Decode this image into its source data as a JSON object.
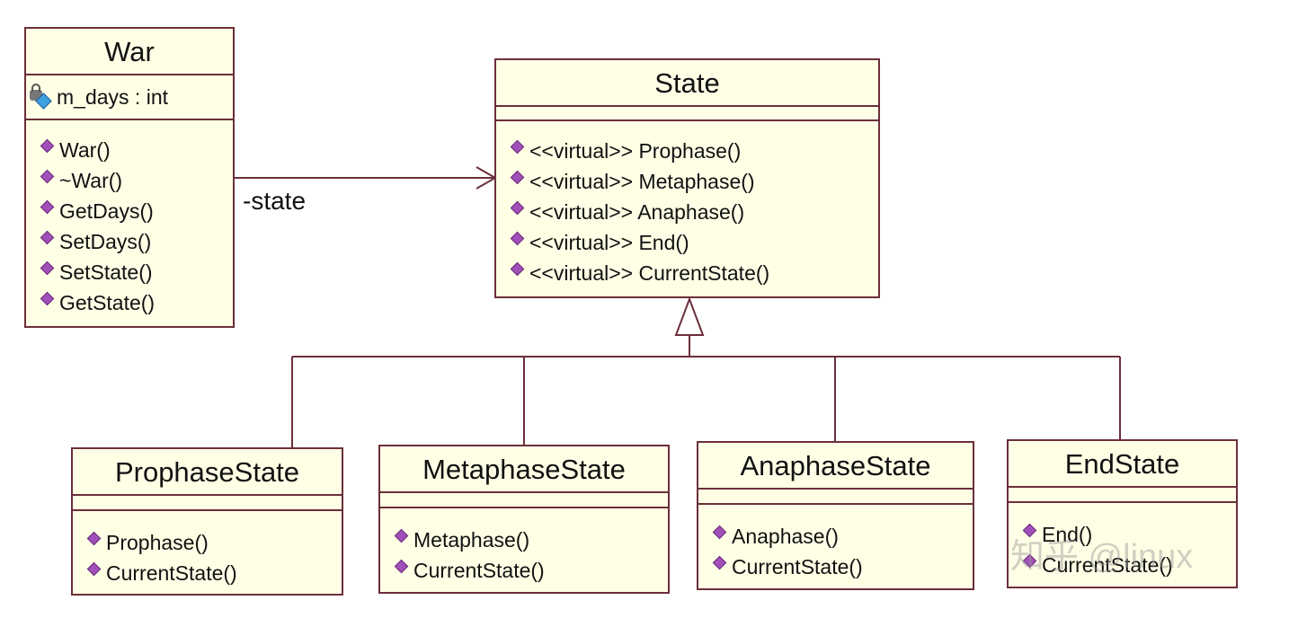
{
  "classes": {
    "war": {
      "name": "War",
      "attributes": [
        "m_days : int"
      ],
      "operations": [
        "War()",
        "~War()",
        "GetDays()",
        "SetDays()",
        "SetState()",
        "GetState()"
      ]
    },
    "state": {
      "name": "State",
      "operations": [
        "<<virtual>> Prophase()",
        "<<virtual>> Metaphase()",
        "<<virtual>> Anaphase()",
        "<<virtual>> End()",
        "<<virtual>> CurrentState()"
      ]
    },
    "prophase_state": {
      "name": "ProphaseState",
      "operations": [
        "Prophase()",
        "CurrentState()"
      ]
    },
    "metaphase_state": {
      "name": "MetaphaseState",
      "operations": [
        "Metaphase()",
        "CurrentState()"
      ]
    },
    "anaphase_state": {
      "name": "AnaphaseState",
      "operations": [
        "Anaphase()",
        "CurrentState()"
      ]
    },
    "end_state": {
      "name": "EndState",
      "operations": [
        "End()",
        "CurrentState()"
      ]
    }
  },
  "association": {
    "role": "-state"
  },
  "watermark": "知乎 @linux",
  "colors": {
    "fill": "#ffffe6",
    "border": "#6b2f3a",
    "method_icon": "#a050b8",
    "attribute_icon": "#3fa0e0"
  },
  "icons": {
    "operation": "diamond-icon",
    "attribute": "private-attribute-icon"
  }
}
